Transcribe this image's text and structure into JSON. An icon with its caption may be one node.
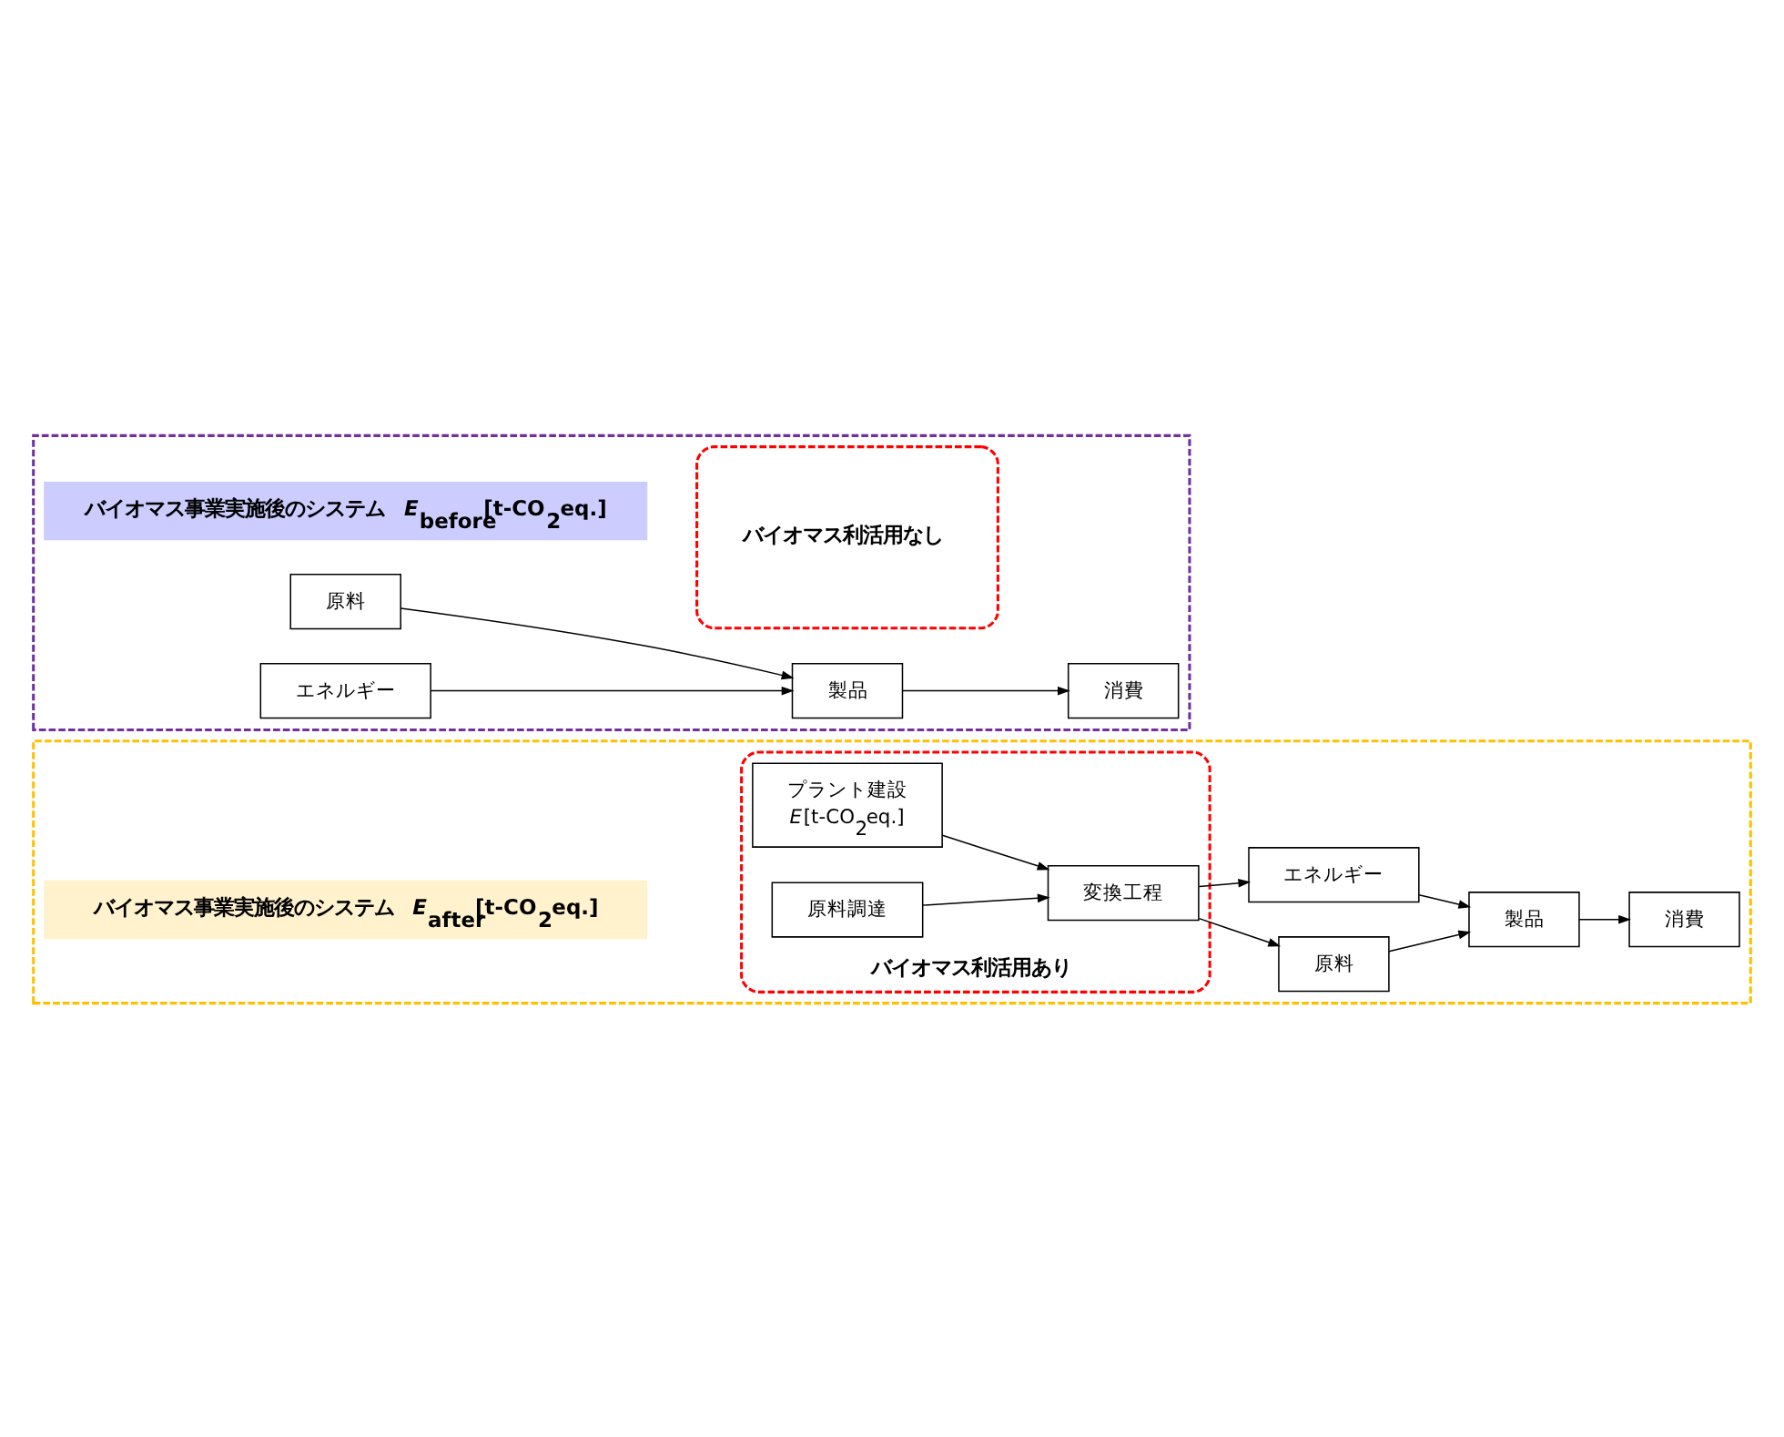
{
  "diagram": {
    "nodes": [
      {
        "text": [],
        "shape": "box"
      },
      {
        "text": [
          "バイオマス事業実施後のシステム *E*$_{before}$[t-CO$_{2}$eq.]"
        ],
        "in": 0
      },
      {
        "text": [
          "バイオマス利活用なし"
        ],
        "in": 0
      },
      {
        "text": [
          "原料"
        ],
        "in": 0
      },
      {
        "text": [
          "エネルギー"
        ],
        "in": 0
      },
      {
        "text": [
          "製品"
        ],
        "in": 0
      },
      {
        "text": [
          "消費"
        ],
        "in": 0
      },
      {
        "text": [],
        "shape": "box"
      },
      {
        "text": [
          "バイオマス事業実施後のシステム *E*$_{after}$[t-CO$_{2}$eq.]"
        ],
        "in": 7
      },
      {
        "text": [
          "バイオマス利活用あり"
        ],
        "in": 7
      },
      {
        "text": [
          "プラント建設",
          "*E*[t-CO$_{2}$eq.]"
        ],
        "in": 9
      },
      {
        "text": [
          "原料調達"
        ],
        "in": 9
      },
      {
        "text": [
          "変換工程"
        ],
        "in": 9
      },
      {
        "text": [
          "原料"
        ],
        "in": 7
      },
      {
        "text": [
          "エネルギー"
        ],
        "in": 7
      },
      {
        "text": [
          "製品"
        ],
        "in": 7
      },
      {
        "text": [
          "消費"
        ],
        "in": 7
      }
    ],
    "edges": [
      {
        "from": 3,
        "to": 5,
        "arrow": "to"
      },
      {
        "from": 4,
        "to": 5,
        "arrow": "to"
      },
      {
        "from": 5,
        "to": 6,
        "arrow": "to"
      },
      {
        "from": 10,
        "to": 12,
        "arrow": "to"
      },
      {
        "from": 11,
        "to": 12,
        "arrow": "to"
      },
      {
        "from": 12,
        "to": 13,
        "arrow": "to"
      },
      {
        "from": 12,
        "to": 14,
        "arrow": "to"
      },
      {
        "from": 13,
        "to": 15,
        "arrow": "to"
      },
      {
        "from": 14,
        "to": 15,
        "arrow": "to"
      },
      {
        "from": 15,
        "to": 16,
        "arrow": "to"
      }
    ]
  }
}
